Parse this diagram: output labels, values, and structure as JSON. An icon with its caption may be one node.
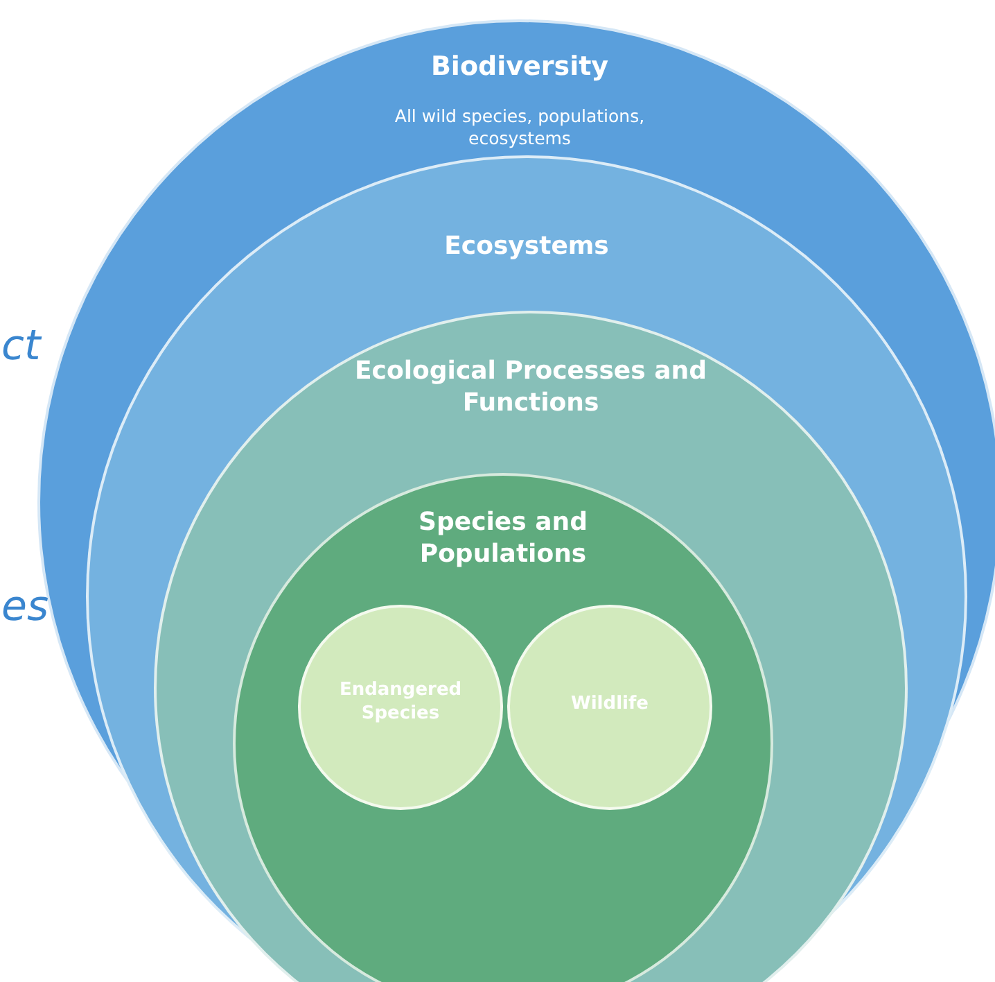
{
  "diagram": {
    "nodes": [
      {
        "text": [
          "Biodiversity",
          "All wild species, populations, ecosystems"
        ]
      },
      {
        "text": [
          "Ecosystems"
        ],
        "in": 0
      },
      {
        "text": [
          "Ecological Processes and Functions"
        ],
        "in": 1
      },
      {
        "text": [
          "Species and Populations"
        ],
        "in": 2
      },
      {
        "text": [
          "Endangered Species"
        ],
        "in": 3
      },
      {
        "text": [
          "Wildlife"
        ],
        "in": 3
      }
    ],
    "labels": [
      "ct",
      "es"
    ]
  }
}
